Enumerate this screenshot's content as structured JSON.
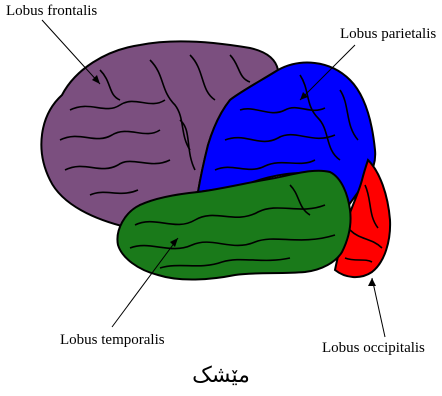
{
  "labels": {
    "frontal": "Lobus frontalis",
    "parietal": "Lobus parietalis",
    "temporal": "Lobus temporalis",
    "occipital": "Lobus occipitalis"
  },
  "caption": "مێشک",
  "colors": {
    "frontal": "#7b4f7f",
    "parietal": "#0000ff",
    "temporal": "#1a7a1a",
    "occipital": "#ff0000",
    "outline": "#000000"
  }
}
